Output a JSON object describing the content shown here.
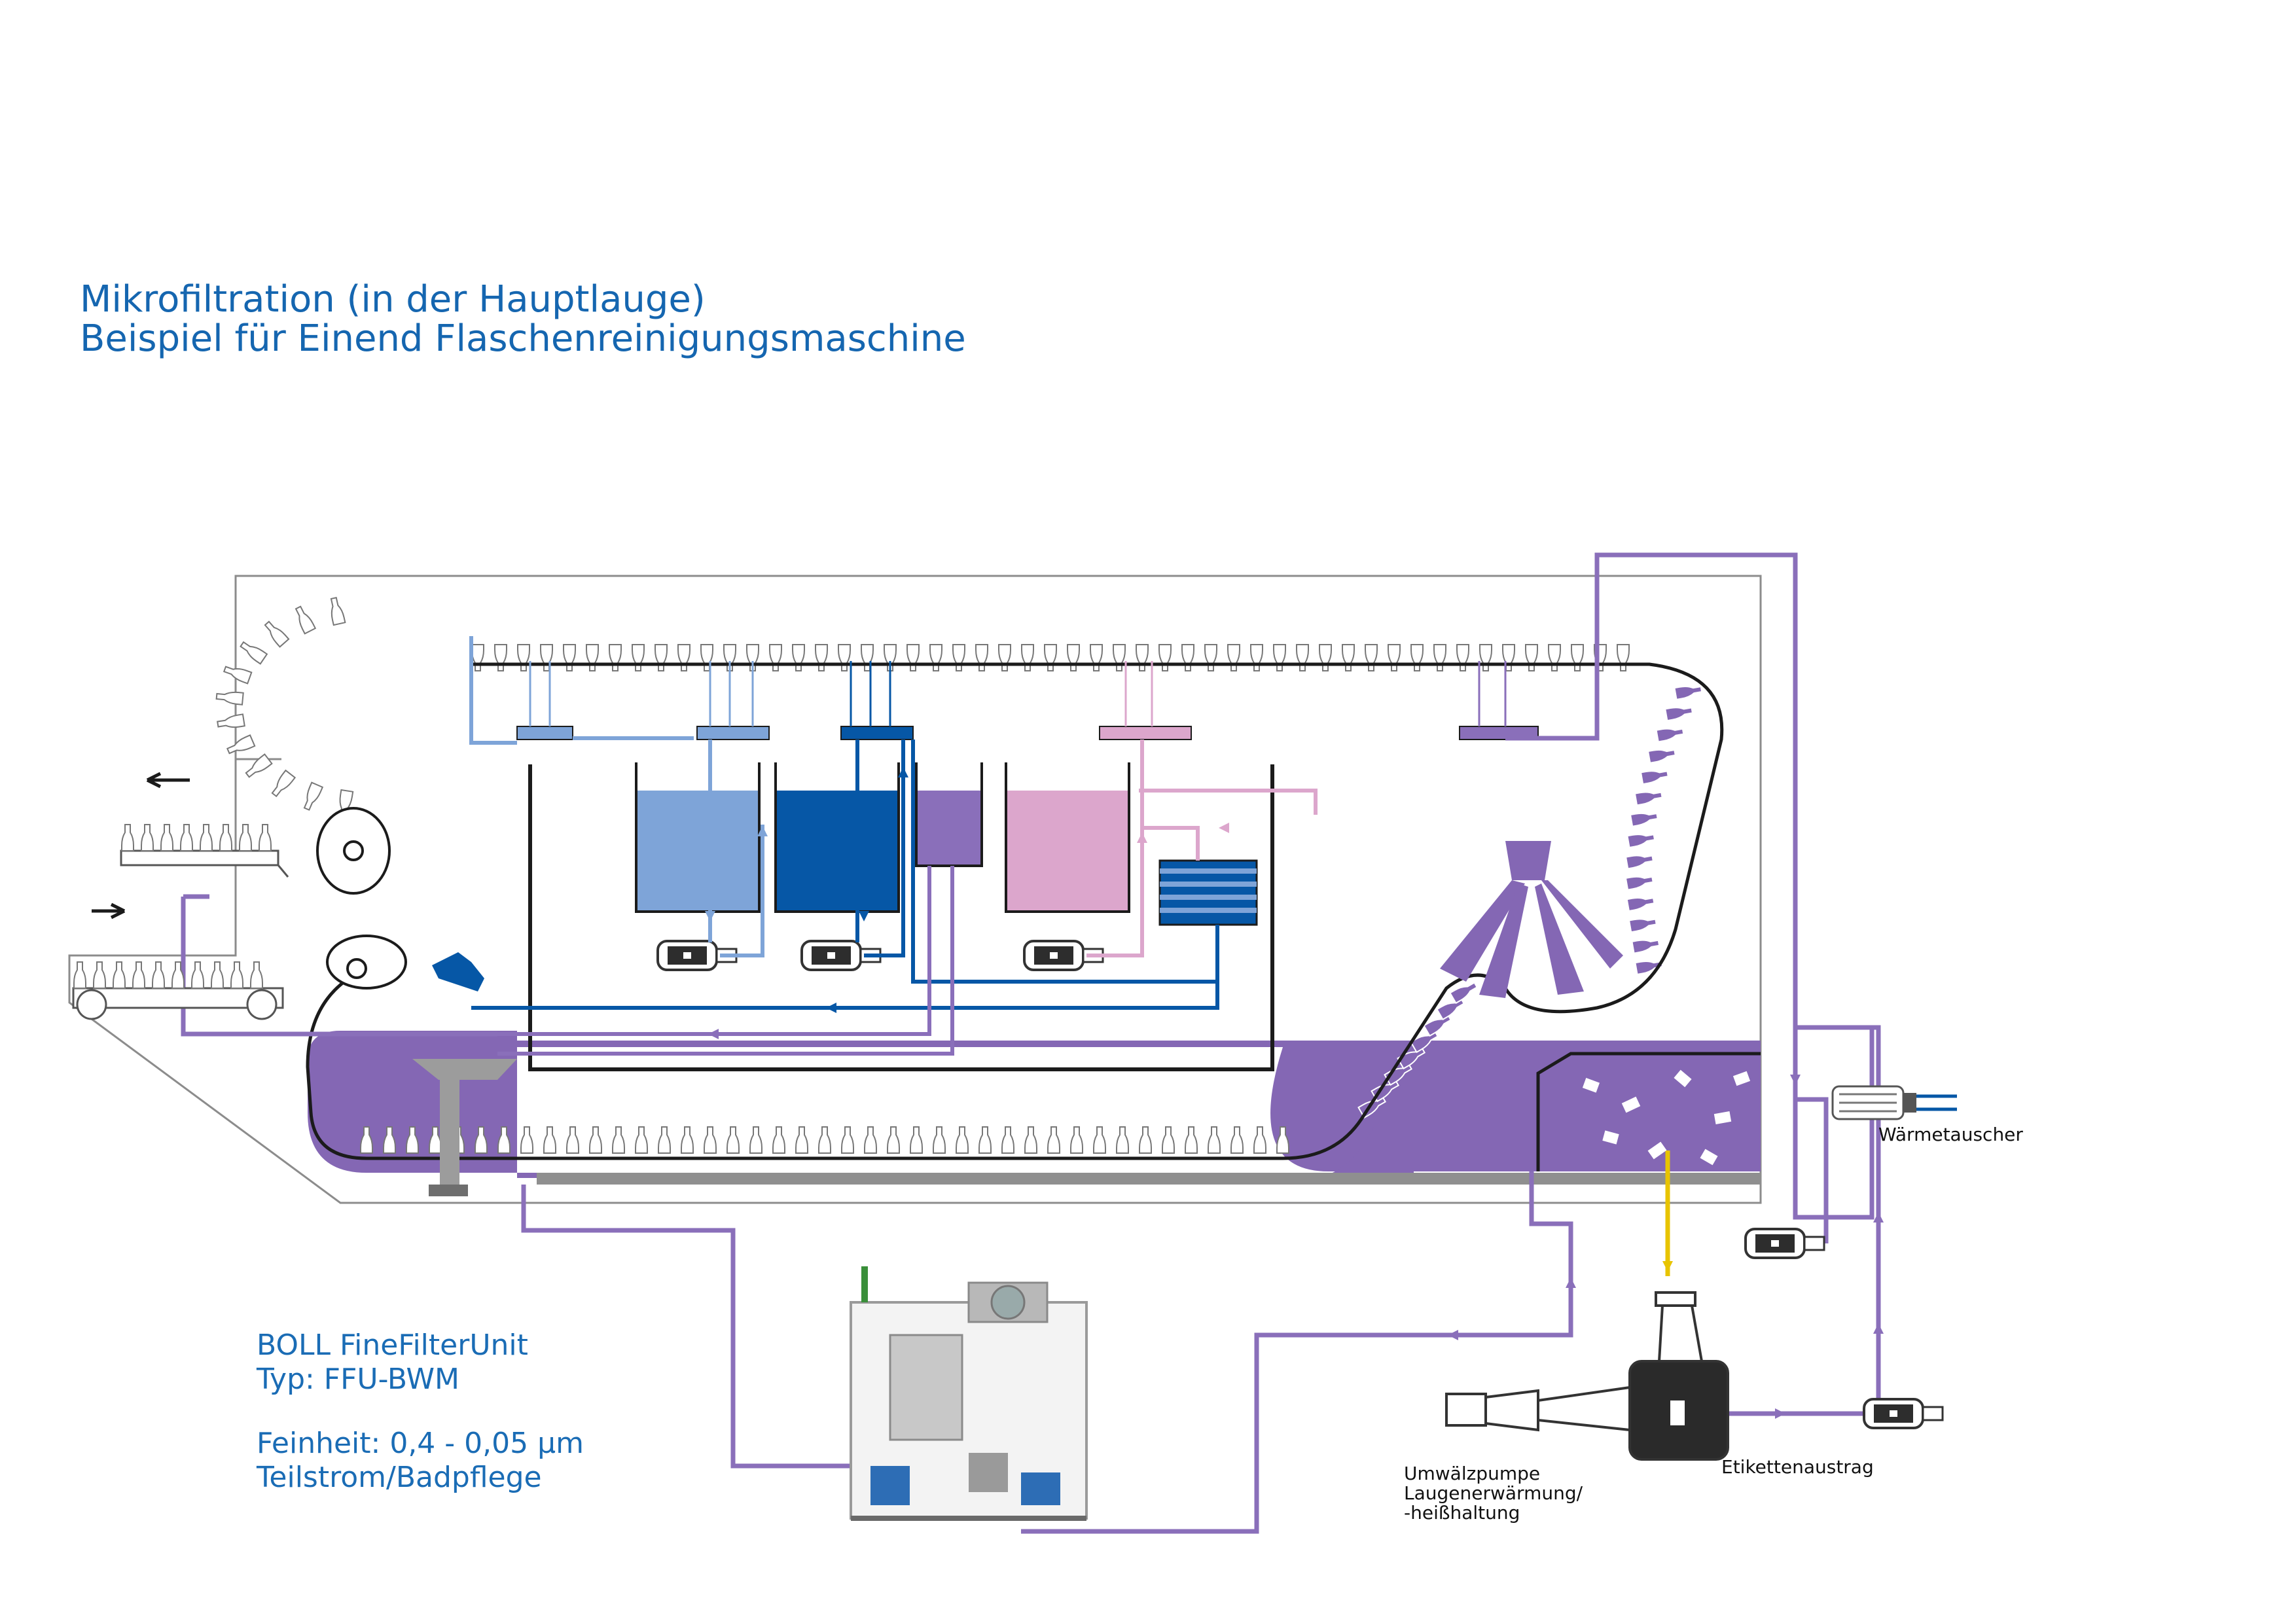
{
  "title": {
    "line1": "Mikrofiltration (in der Hauptlauge)",
    "line2": "Beispiel für Einend Flaschenreinigungsmaschine"
  },
  "unit_info": {
    "name": "BOLL FineFilterUnit",
    "type": "Typ: FFU-BWM",
    "fineness": "Feinheit: 0,4 - 0,05 µm",
    "mode": "Teilstrom/Badpflege"
  },
  "labels": {
    "heat_exchanger": "Wärmetauscher",
    "label_discharge": "Etikettenaustrag",
    "pump_line1": "Umwälzpumpe",
    "pump_line2": "Laugenerwärmung/",
    "pump_line3": "-heißhaltung"
  },
  "colors": {
    "title": "#1566b0",
    "caustic_violet": "#8467b4",
    "pipe_violet": "#8a6fba",
    "light_blue": "#7ea4d8",
    "dark_blue": "#0657a6",
    "pink": "#dca6cc",
    "grey": "#9c9c9c",
    "yellow": "#e8c400"
  },
  "icons": {
    "flow_arrow": "triangle-arrow",
    "motor": "motor-icon",
    "bottle": "bottle-icon",
    "filter_unit": "filter-unit-icon",
    "heat_exchanger": "heat-exchanger-icon"
  }
}
